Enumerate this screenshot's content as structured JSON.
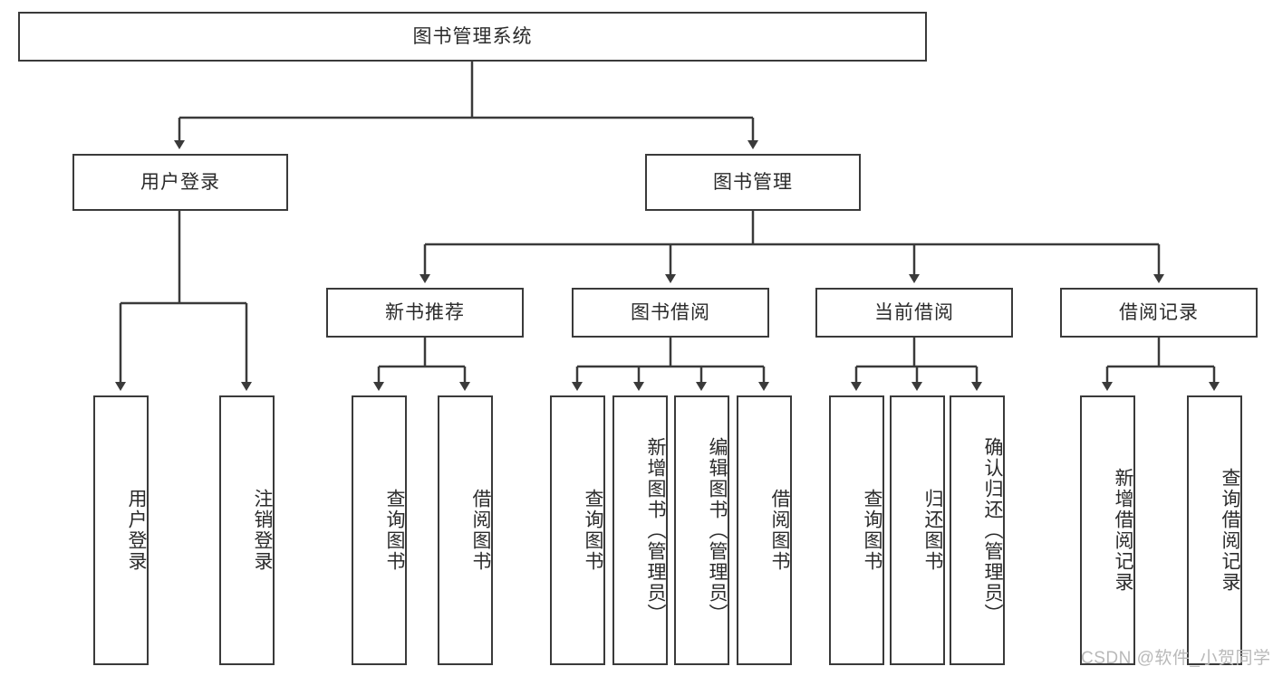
{
  "diagram": {
    "title": "图书管理系统",
    "type": "tree-hierarchy-diagram",
    "root": {
      "id": "root",
      "label": "图书管理系统"
    },
    "level1": [
      {
        "id": "user-login",
        "label": "用户登录"
      },
      {
        "id": "book-management",
        "label": "图书管理"
      }
    ],
    "level2": [
      {
        "id": "new-book-recommend",
        "label": "新书推荐",
        "parent": "book-management"
      },
      {
        "id": "book-borrow",
        "label": "图书借阅",
        "parent": "book-management"
      },
      {
        "id": "current-borrow",
        "label": "当前借阅",
        "parent": "book-management"
      },
      {
        "id": "borrow-record",
        "label": "借阅记录",
        "parent": "book-management"
      }
    ],
    "leaves": [
      {
        "id": "leaf-user-login",
        "label": "用户登录",
        "parent": "user-login"
      },
      {
        "id": "leaf-logout-login",
        "label": "注销登录",
        "parent": "user-login"
      },
      {
        "id": "leaf-query-book-1",
        "label": "查询图书",
        "parent": "new-book-recommend"
      },
      {
        "id": "leaf-borrow-book-1",
        "label": "借阅图书",
        "parent": "new-book-recommend"
      },
      {
        "id": "leaf-query-book-2",
        "label": "查询图书",
        "parent": "book-borrow"
      },
      {
        "id": "leaf-add-book",
        "label": "新增图书（管理员）",
        "parent": "book-borrow"
      },
      {
        "id": "leaf-edit-book",
        "label": "编辑图书（管理员）",
        "parent": "book-borrow"
      },
      {
        "id": "leaf-borrow-book-2",
        "label": "借阅图书",
        "parent": "book-borrow"
      },
      {
        "id": "leaf-query-book-3",
        "label": "查询图书",
        "parent": "current-borrow"
      },
      {
        "id": "leaf-return-book",
        "label": "归还图书",
        "parent": "current-borrow"
      },
      {
        "id": "leaf-confirm-return",
        "label": "确认归还（管理员）",
        "parent": "current-borrow"
      },
      {
        "id": "leaf-add-borrow-record",
        "label": "新增借阅记录",
        "parent": "borrow-record"
      },
      {
        "id": "leaf-query-borrow-record",
        "label": "查询借阅记录",
        "parent": "borrow-record"
      }
    ],
    "colors": {
      "stroke": "#3a3a3a",
      "text": "#2b2b2b",
      "background": "#ffffff",
      "watermark": "#b9b9b9"
    }
  },
  "watermark": {
    "text": "CSDN @软件_小贺同学"
  }
}
